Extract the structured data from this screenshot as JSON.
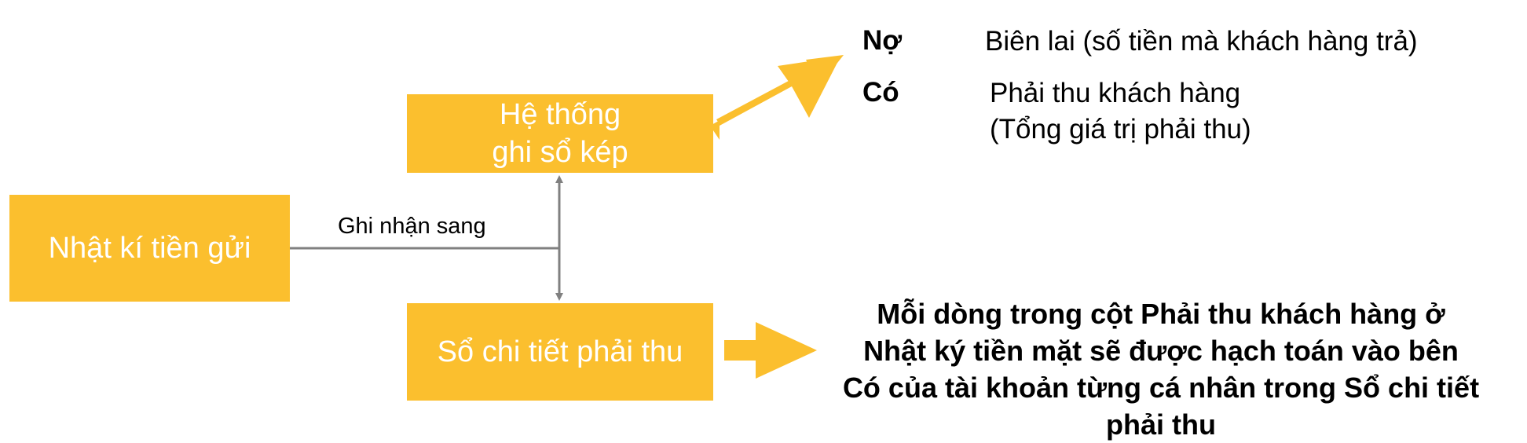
{
  "colors": {
    "box_fill": "#FBBF2E",
    "box_text": "#FFFFFF",
    "connector": "#808080",
    "arrow_fill": "#FBBF2E"
  },
  "boxes": {
    "journal": {
      "line1": "Nhật kí tiền gửi"
    },
    "double_entry": {
      "line1": "Hệ thống",
      "line2": "ghi sổ kép"
    },
    "ledger": {
      "line1": "Sổ chi tiết phải thu"
    }
  },
  "connector_label": "Ghi nhận sang",
  "entries": {
    "debit": {
      "key": "Nợ",
      "value": "Biên lai (số tiền mà khách hàng trả)"
    },
    "credit": {
      "key": "Có",
      "value_line1": "Phải thu khách hàng",
      "value_line2": "(Tổng giá trị phải thu)"
    }
  },
  "note": {
    "line1": "Mỗi dòng trong cột Phải thu khách hàng ở",
    "line2": "Nhật ký tiền mặt sẽ được hạch toán vào bên",
    "line3": "Có của tài khoản từng cá nhân trong Sổ chi tiết",
    "line4": "phải thu"
  },
  "icons": {
    "diagonal_arrow": "arrow-up-right-icon",
    "right_arrow": "arrow-right-icon"
  }
}
